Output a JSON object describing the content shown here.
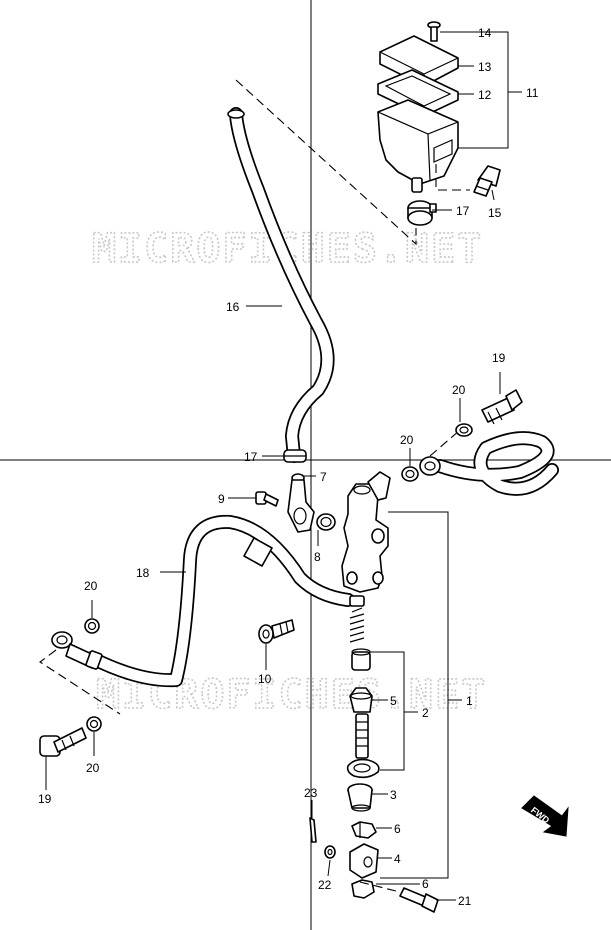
{
  "watermark": "MICROFICHES.NET",
  "fwd_label": "FWD",
  "callouts": {
    "c1": "1",
    "c2": "2",
    "c3": "3",
    "c4": "4",
    "c5": "5",
    "c6a": "6",
    "c6b": "6",
    "c7": "7",
    "c8": "8",
    "c9": "9",
    "c10": "10",
    "c11": "11",
    "c12": "12",
    "c13": "13",
    "c14": "14",
    "c15": "15",
    "c16": "16",
    "c17a": "17",
    "c17b": "17",
    "c18": "18",
    "c19a": "19",
    "c19b": "19",
    "c20a": "20",
    "c20b": "20",
    "c20c": "20",
    "c20d": "20",
    "c21": "21",
    "c22": "22",
    "c23": "23"
  }
}
